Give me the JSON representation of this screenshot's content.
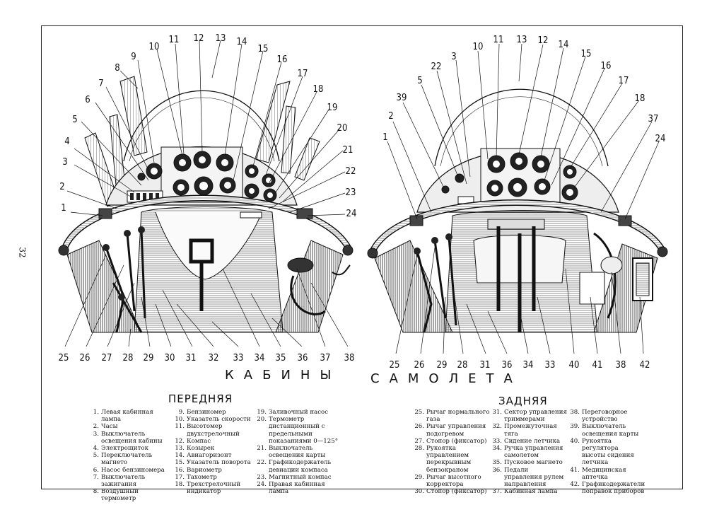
{
  "page_number": "32",
  "caption": {
    "word1": "КАБИНЫ",
    "word2": "САМОЛЕТА"
  },
  "front": {
    "heading": "ПЕРЕДНЯЯ",
    "callouts": [
      "1",
      "2",
      "3",
      "4",
      "5",
      "6",
      "7",
      "8",
      "9",
      "10",
      "11",
      "12",
      "13",
      "14",
      "15",
      "16",
      "17",
      "18",
      "19",
      "20",
      "21",
      "22",
      "23",
      "24",
      "25",
      "26",
      "27",
      "28",
      "29",
      "30",
      "31",
      "32",
      "33",
      "34",
      "35",
      "36",
      "37",
      "38"
    ],
    "legend": [
      [
        {
          "n": "1.",
          "t": "Левая кабинная лампа"
        },
        {
          "n": "2.",
          "t": "Часы"
        },
        {
          "n": "3.",
          "t": "Выключатель освещения кабины"
        },
        {
          "n": "4.",
          "t": "Электрощиток"
        },
        {
          "n": "5.",
          "t": "Переключатель магнето"
        },
        {
          "n": "6.",
          "t": "Насос бензиномера"
        },
        {
          "n": "7.",
          "t": "Выключатель зажигания"
        },
        {
          "n": "8.",
          "t": "Воздушный термометр"
        }
      ],
      [
        {
          "n": "9.",
          "t": "Бензиномер"
        },
        {
          "n": "10.",
          "t": "Указатель скорости"
        },
        {
          "n": "11.",
          "t": "Высотомер двухстрелочный"
        },
        {
          "n": "12.",
          "t": "Компас"
        },
        {
          "n": "13.",
          "t": "Козырек"
        },
        {
          "n": "14.",
          "t": "Авиагоризонт"
        },
        {
          "n": "15.",
          "t": "Указатель поворота"
        },
        {
          "n": "16.",
          "t": "Вариометр"
        },
        {
          "n": "17.",
          "t": "Тахометр"
        },
        {
          "n": "18.",
          "t": "Трехстрелочный индикатор"
        }
      ],
      [
        {
          "n": "19.",
          "t": "Заливочный насос"
        },
        {
          "n": "20.",
          "t": "Термометр дистанционный с предельными показаниями 0—125°"
        },
        {
          "n": "21.",
          "t": "Выключатель освещения карты"
        },
        {
          "n": "22.",
          "t": "Графикодержатель девиации компаса"
        },
        {
          "n": "23.",
          "t": "Магнитный компас"
        },
        {
          "n": "24.",
          "t": "Правая кабинная лампа"
        }
      ]
    ]
  },
  "rear": {
    "heading": "ЗАДНЯЯ",
    "callouts": [
      "1",
      "2",
      "3",
      "5",
      "10",
      "11",
      "12",
      "13",
      "14",
      "15",
      "16",
      "17",
      "18",
      "22",
      "24",
      "25",
      "26",
      "28",
      "29",
      "31",
      "33",
      "34",
      "36",
      "37",
      "38",
      "39",
      "40",
      "41",
      "42"
    ],
    "legend": [
      [
        {
          "n": "25.",
          "t": "Рычаг нормального газа"
        },
        {
          "n": "26.",
          "t": "Рычаг управления подогревом"
        },
        {
          "n": "27.",
          "t": "Стопор (фиксатор)"
        },
        {
          "n": "28.",
          "t": "Рукоятка управлением перекрывным бензокраном"
        },
        {
          "n": "29.",
          "t": "Рычаг высотного корректора"
        },
        {
          "n": "30.",
          "t": "Стопор (фиксатор)"
        }
      ],
      [
        {
          "n": "31.",
          "t": "Сектор управления триммерами"
        },
        {
          "n": "32.",
          "t": "Промежуточная тяга"
        },
        {
          "n": "33.",
          "t": "Сидение летчика"
        },
        {
          "n": "34.",
          "t": "Ручка управления самолетом"
        },
        {
          "n": "35.",
          "t": "Пусковое магнето"
        },
        {
          "n": "36.",
          "t": "Педали управления рулем направления"
        },
        {
          "n": "37.",
          "t": "Кабинная лампа"
        }
      ],
      [
        {
          "n": "38.",
          "t": "Переговорное устройство"
        },
        {
          "n": "39.",
          "t": "Выключатель освещения карты"
        },
        {
          "n": "40.",
          "t": "Рукоятка регулятора высоты сидения летчика"
        },
        {
          "n": "41.",
          "t": "Медицинская аптечка"
        },
        {
          "n": "42.",
          "t": "Графикодержатели поправок приборов"
        }
      ]
    ]
  }
}
